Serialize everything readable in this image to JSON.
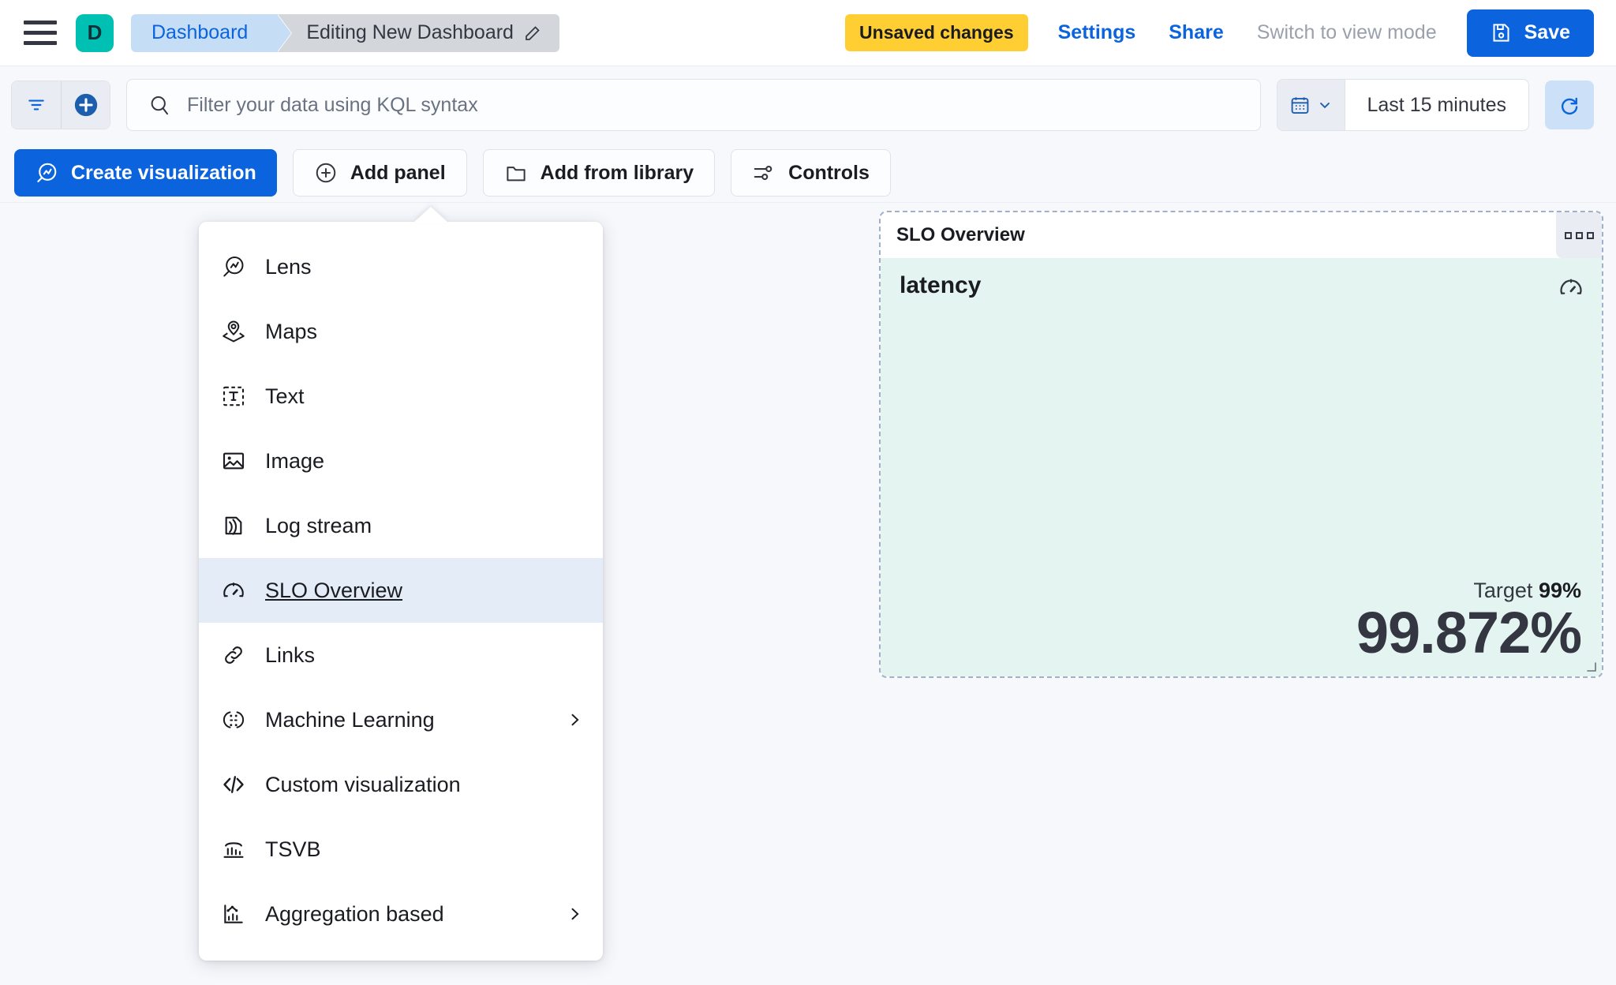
{
  "header": {
    "menu_icon": "hamburger-icon",
    "avatar_letter": "D",
    "breadcrumb": {
      "root": "Dashboard",
      "current": "Editing New Dashboard",
      "edit_icon": "pencil-icon"
    },
    "unsaved_badge": "Unsaved changes",
    "settings_link": "Settings",
    "share_link": "Share",
    "view_mode_link": "Switch to view mode",
    "save_label": "Save",
    "save_icon": "floppy-disk-icon"
  },
  "querybar": {
    "filter_icon": "filter-icon",
    "add_filter_icon": "plus-circle-icon",
    "search_icon": "search-icon",
    "search_value": "",
    "search_placeholder": "Filter your data using KQL syntax",
    "calendar_icon": "calendar-icon",
    "chevron_icon": "chevron-down-icon",
    "time_range": "Last 15 minutes",
    "refresh_icon": "refresh-icon"
  },
  "toolbar": {
    "create_visualization": "Create visualization",
    "create_icon": "lens-icon",
    "add_panel": "Add panel",
    "add_panel_icon": "plus-circle-icon",
    "add_from_library": "Add from library",
    "library_icon": "folder-icon",
    "controls": "Controls",
    "controls_icon": "sliders-icon"
  },
  "add_panel_menu": {
    "items": [
      {
        "label": "Lens",
        "icon": "lens-icon",
        "has_submenu": false,
        "active": false
      },
      {
        "label": "Maps",
        "icon": "map-pin-icon",
        "has_submenu": false,
        "active": false
      },
      {
        "label": "Text",
        "icon": "text-box-icon",
        "has_submenu": false,
        "active": false
      },
      {
        "label": "Image",
        "icon": "image-icon",
        "has_submenu": false,
        "active": false
      },
      {
        "label": "Log stream",
        "icon": "log-stream-icon",
        "has_submenu": false,
        "active": false
      },
      {
        "label": "SLO Overview",
        "icon": "gauge-icon",
        "has_submenu": false,
        "active": true
      },
      {
        "label": "Links",
        "icon": "link-icon",
        "has_submenu": false,
        "active": false
      },
      {
        "label": "Machine Learning",
        "icon": "ml-icon",
        "has_submenu": true,
        "active": false
      },
      {
        "label": "Custom visualization",
        "icon": "code-icon",
        "has_submenu": false,
        "active": false
      },
      {
        "label": "TSVB",
        "icon": "tsvb-icon",
        "has_submenu": false,
        "active": false
      },
      {
        "label": "Aggregation based",
        "icon": "agg-chart-icon",
        "has_submenu": true,
        "active": false
      }
    ]
  },
  "slo_panel": {
    "title": "SLO Overview",
    "context_menu_icon": "grid-dots-icon",
    "slo_name": "latency",
    "gauge_icon": "gauge-icon",
    "target_label": "Target",
    "target_value": "99%",
    "sli_value": "99.872%",
    "resize_icon": "resize-grip-icon"
  },
  "colors": {
    "accent_blue": "#0B64DD",
    "warning_yellow": "#FFCE32",
    "avatar_teal": "#00BFB3",
    "panel_body_mint": "#E4F5F1",
    "menu_active_blue": "#E3ECF7",
    "page_background": "#F7F8FC"
  }
}
